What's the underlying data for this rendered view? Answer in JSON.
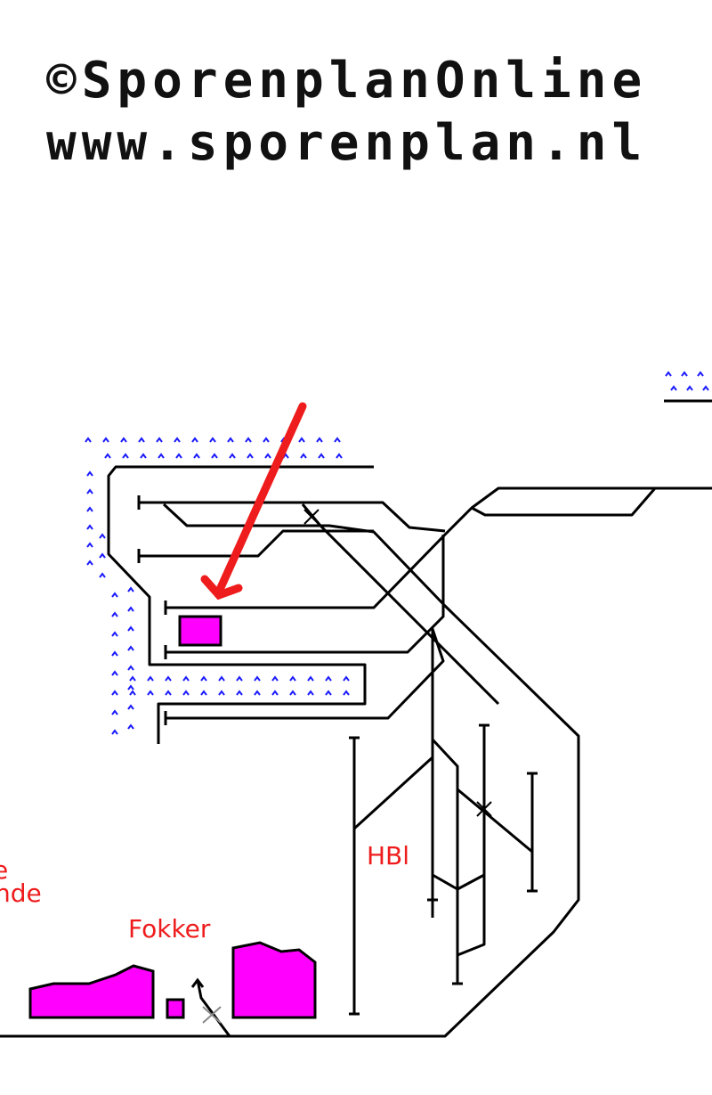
{
  "header": {
    "copyright_line": "©SporenplanOnline",
    "url_line": "www.sporenplan.nl"
  },
  "labels": {
    "station": "HBl",
    "company": "Fokker",
    "cut_partial_1": "e",
    "cut_partial_2": "nde"
  },
  "colors": {
    "track": "#000000",
    "water": "#1b1bff",
    "building": "#ff00ff",
    "label_red": "#ee1c1c",
    "arrow": "#ee1c1c"
  },
  "icons": {
    "arrow": "red-arrow-icon",
    "water": "water-wave-icon",
    "buffer": "buffer-stop-icon",
    "crossing": "crossing-icon"
  }
}
